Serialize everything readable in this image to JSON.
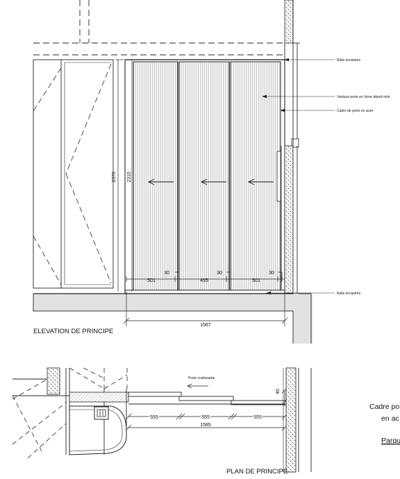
{
  "elevation": {
    "title": "ELEVATION DE PRINCIPE",
    "callouts": {
      "rails_top": "Rails encastrés",
      "vantaux": "Vantaux porte en Verre dépoli strié",
      "cadre": "Cadre de porte en acier",
      "rails_bottom": "Rails encastrés"
    },
    "dimensions": {
      "height_outer": "2370",
      "height_inner": "2310",
      "gap_1": "30",
      "gap_2": "30",
      "gap_3": "30",
      "leaf_1": "501",
      "leaf_2": "495",
      "leaf_3": "501",
      "total_width": "1587"
    }
  },
  "plan": {
    "title": "PLAN DE PRINCIPE",
    "callout_porte": "Porte coulissante",
    "dimensions": {
      "dim_40": "40",
      "leaf_1": "555",
      "leaf_2": "555",
      "leaf_3": "555",
      "total_width": "1585"
    }
  },
  "side_notes": {
    "line_1": "Cadre po",
    "line_2": "en ac",
    "line_3": "Parqu"
  }
}
